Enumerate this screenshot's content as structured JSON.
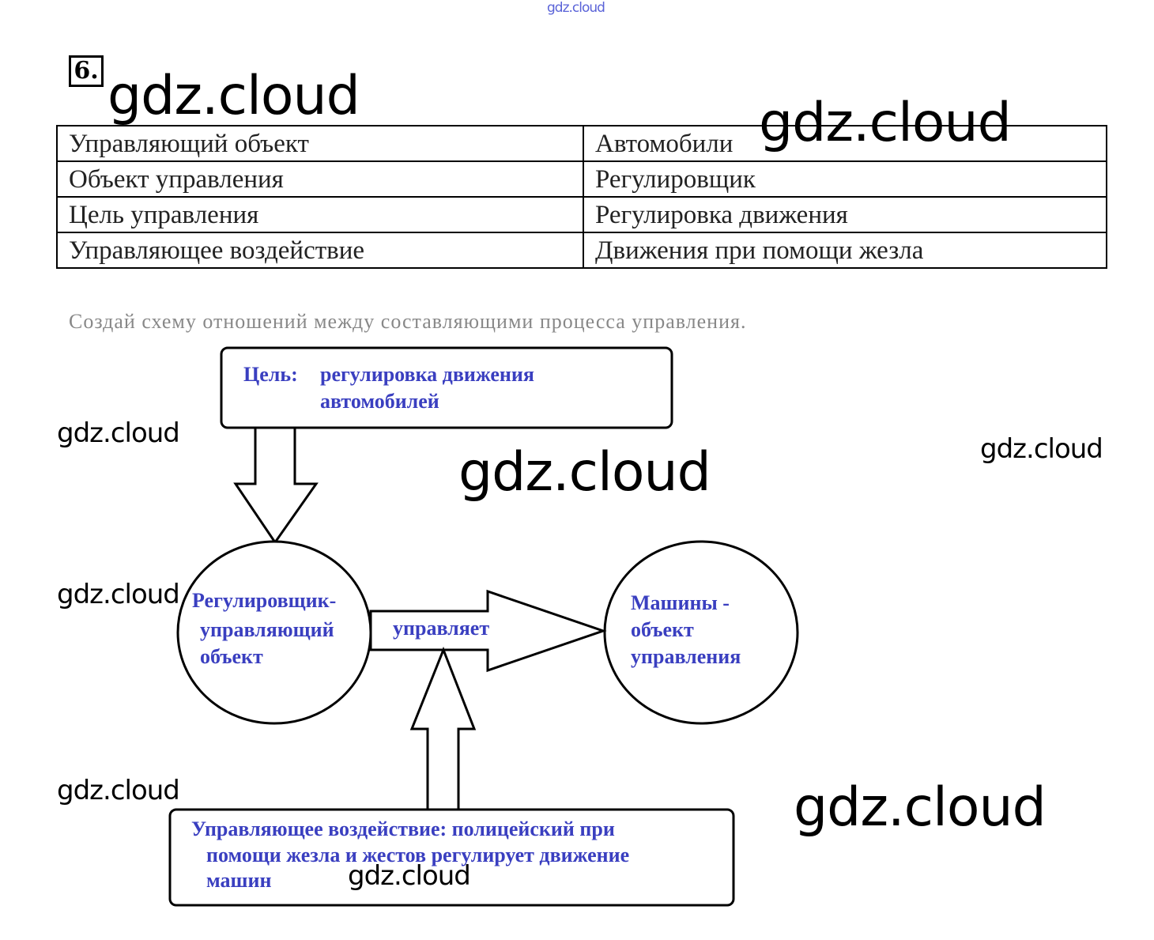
{
  "watermarks": [
    "gdz.cloud",
    "gdz.cloud",
    "gdz.cloud",
    "gdz.cloud",
    "gdz.cloud",
    "gdz.cloud",
    "gdz.cloud",
    "gdz.cloud",
    "gdz.cloud",
    "gdz.cloud"
  ],
  "task_number": "6.",
  "table": {
    "rows": [
      [
        "Управляющий объект",
        "Автомобили"
      ],
      [
        "Объект управления",
        "Регулировщик"
      ],
      [
        "Цель управления",
        "Регулировка движения"
      ],
      [
        "Управляющее воздействие",
        "Движения при помощи жезла"
      ]
    ]
  },
  "task_text": "Создай схему отношений между составляющими процесса управления.",
  "diagram": {
    "goal_label": "Цель:",
    "goal_line1": "регулировка движения",
    "goal_line2": "автомобилей",
    "left_circle": [
      "Регулировщик-",
      "управляющий",
      "объект"
    ],
    "arrow_label": "управляет",
    "right_circle": [
      "Машины -",
      "объект",
      "управления"
    ],
    "action": [
      "Управляющее воздействие: полицейский при",
      "помощи  жезла и жестов регулирует движение",
      "машин"
    ]
  },
  "colors": {
    "text_blue": "#3a3fc0"
  }
}
